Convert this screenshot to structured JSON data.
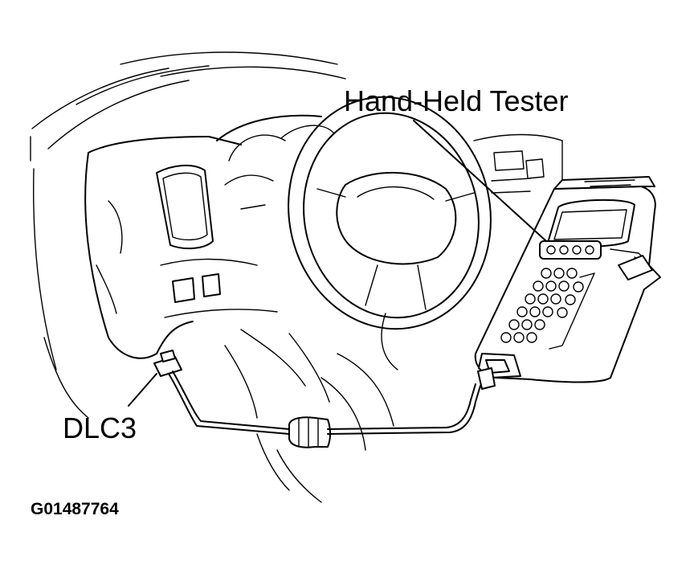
{
  "labels": {
    "tester": "Hand-Held Tester",
    "connector": "DLC3",
    "figure_id": "G01487764"
  },
  "colors": {
    "line": "#000000",
    "background": "#ffffff"
  }
}
